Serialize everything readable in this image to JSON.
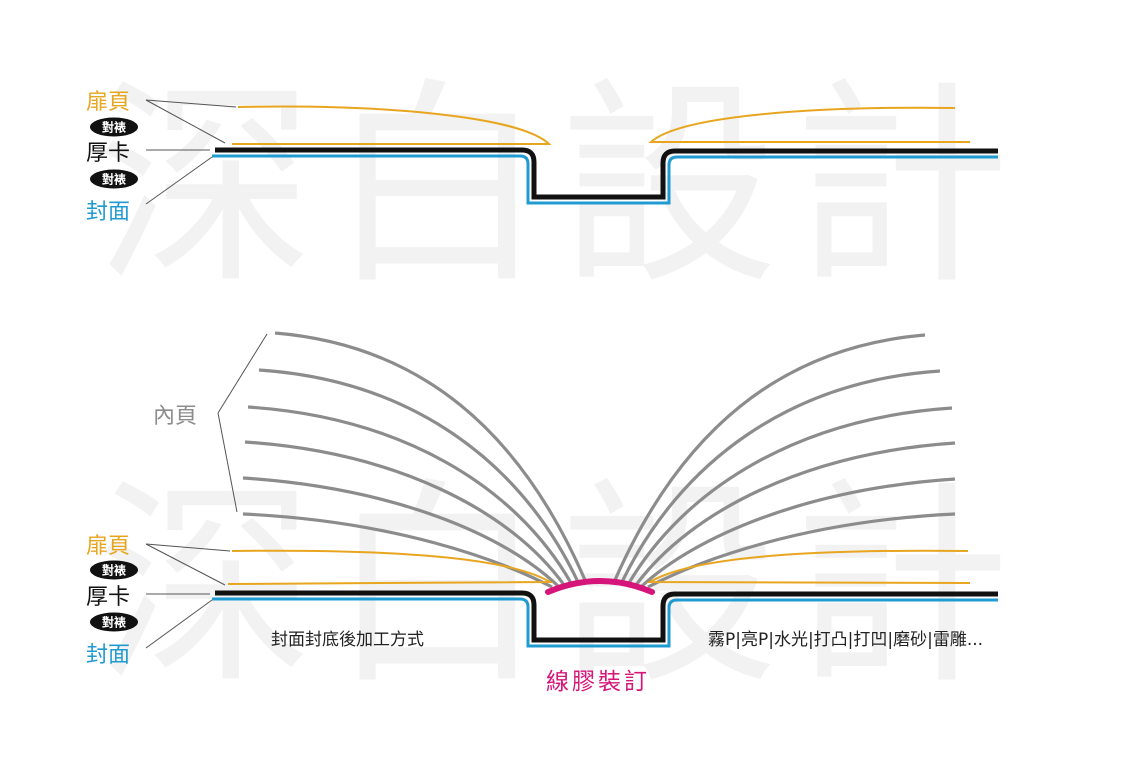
{
  "watermark": {
    "text": "深白設計"
  },
  "colors": {
    "endpaper": "#e8a620",
    "hardboard": "#111111",
    "cover": "#1f9bd1",
    "inner_pages": "#8c8c8c",
    "binding": "#d6157a",
    "leader": "#555555"
  },
  "top_diagram": {
    "endpaper_label": "扉頁",
    "mount_badge_1": "對裱",
    "hardboard_label": "厚卡",
    "mount_badge_2": "對裱",
    "cover_label": "封面"
  },
  "bottom_diagram": {
    "inner_pages_label": "內頁",
    "endpaper_label": "扉頁",
    "mount_badge_1": "對裱",
    "hardboard_label": "厚卡",
    "mount_badge_2": "對裱",
    "cover_label": "封面",
    "finishing_label": "封面封底後加工方式",
    "finishing_options": "霧P|亮P|水光|打凸|打凹|磨砂|雷雕...",
    "binding_label": "線膠裝訂"
  }
}
